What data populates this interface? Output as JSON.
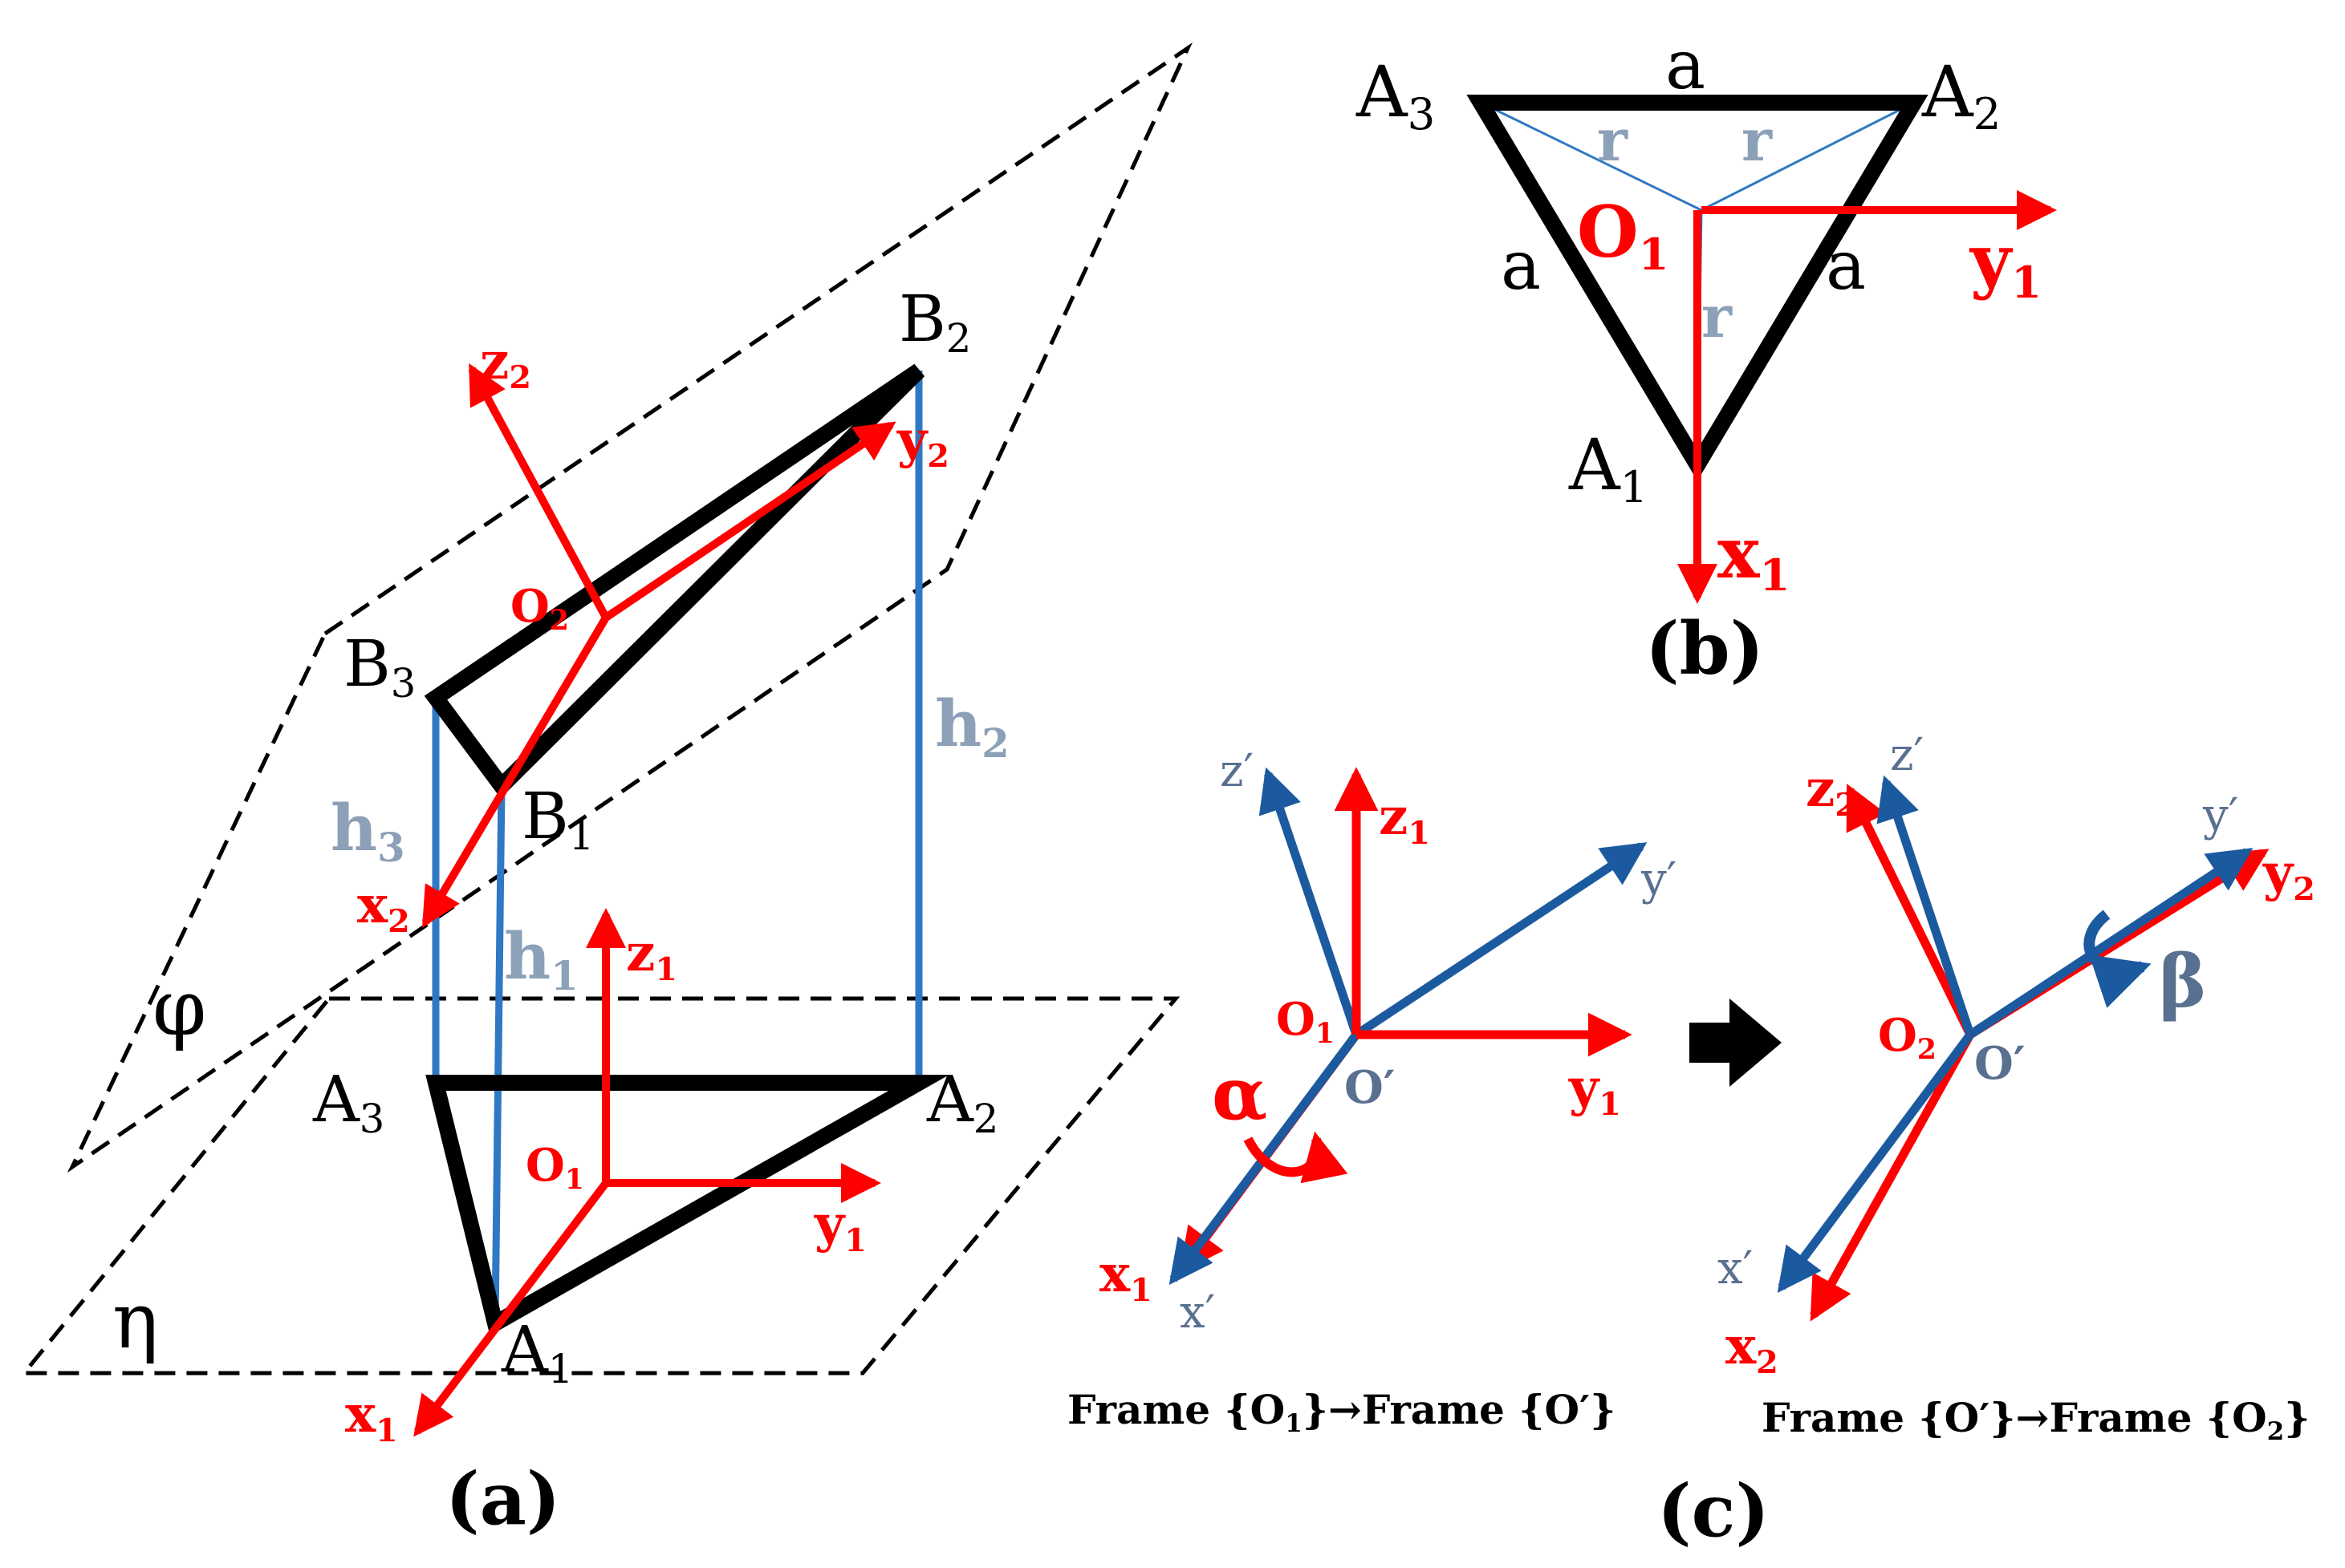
{
  "colors": {
    "black": "#000000",
    "red": "#ff0000",
    "blue_line": "#2f78c4",
    "navy_axis": "#1c5aa0",
    "label_blue": "#8ca0b8",
    "label_darkblue": "#5a7090"
  },
  "panel_a": {
    "caption": "(a)",
    "plane_phi": "φ",
    "plane_eta": "η",
    "points": {
      "A1": {
        "base": "A",
        "sub": "1"
      },
      "A2": {
        "base": "A",
        "sub": "2"
      },
      "A3": {
        "base": "A",
        "sub": "3"
      },
      "B1": {
        "base": "B",
        "sub": "1"
      },
      "B2": {
        "base": "B",
        "sub": "2"
      },
      "B3": {
        "base": "B",
        "sub": "3"
      },
      "O1": {
        "base": "O",
        "sub": "1"
      },
      "O2": {
        "base": "O",
        "sub": "2"
      }
    },
    "heights": {
      "h1": {
        "base": "h",
        "sub": "1"
      },
      "h2": {
        "base": "h",
        "sub": "2"
      },
      "h3": {
        "base": "h",
        "sub": "3"
      }
    },
    "axes": {
      "x1": {
        "base": "x",
        "sub": "1"
      },
      "y1": {
        "base": "y",
        "sub": "1"
      },
      "z1": {
        "base": "z",
        "sub": "1"
      },
      "x2": {
        "base": "x",
        "sub": "2"
      },
      "y2": {
        "base": "y",
        "sub": "2"
      },
      "z2": {
        "base": "z",
        "sub": "2"
      }
    }
  },
  "panel_b": {
    "caption": "(b)",
    "side": "a",
    "radius": "r",
    "points": {
      "A1": {
        "base": "A",
        "sub": "1"
      },
      "A2": {
        "base": "A",
        "sub": "2"
      },
      "A3": {
        "base": "A",
        "sub": "3"
      },
      "O1": {
        "base": "O",
        "sub": "1"
      }
    },
    "axes": {
      "x1": {
        "base": "x",
        "sub": "1"
      },
      "y1": {
        "base": "y",
        "sub": "1"
      }
    }
  },
  "panel_c": {
    "caption": "(c)",
    "alpha": "α",
    "beta": "β",
    "left": {
      "origin_red": {
        "base": "O",
        "sub": "1"
      },
      "origin_blue": "O′",
      "x_red": {
        "base": "x",
        "sub": "1"
      },
      "y_red": {
        "base": "y",
        "sub": "1"
      },
      "z_red": {
        "base": "z",
        "sub": "1"
      },
      "x_prime": "x′",
      "y_prime": "y′",
      "z_prime": "z′",
      "title": {
        "t1": "Frame {O",
        "s1": "1",
        "t2": "}",
        "arrow": "→",
        "t3": "Frame {O′}"
      }
    },
    "right": {
      "origin_red": {
        "base": "O",
        "sub": "2"
      },
      "origin_blue": "O′",
      "x_red": {
        "base": "x",
        "sub": "2"
      },
      "y_red": {
        "base": "y",
        "sub": "2"
      },
      "z_red": {
        "base": "z",
        "sub": "2"
      },
      "x_prime": "x′",
      "y_prime": "y′",
      "z_prime": "z′",
      "title": {
        "t1": "Frame {O′}",
        "arrow": "→",
        "t2": "Frame {O",
        "s2": "2",
        "t3": "}"
      }
    }
  }
}
